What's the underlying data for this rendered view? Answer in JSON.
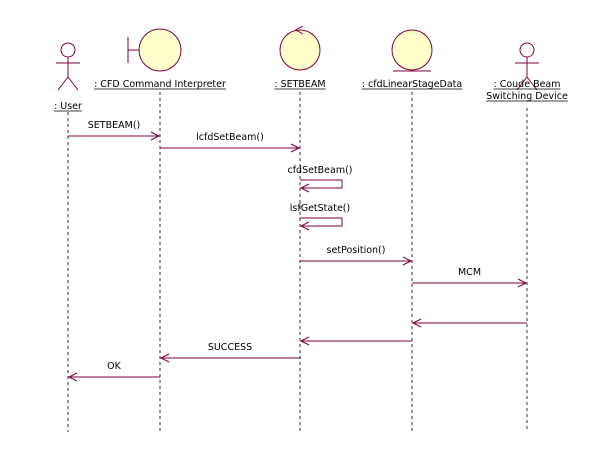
{
  "colors": {
    "stroke": "#800040",
    "fill": "#ffffcc",
    "lifeline": "#000000",
    "text": "#000000"
  },
  "participants": [
    {
      "id": "user",
      "kind": "actor",
      "label_lines": [
        ": User"
      ]
    },
    {
      "id": "cfd",
      "kind": "boundary",
      "label_lines": [
        ": CFD Command Interpreter"
      ]
    },
    {
      "id": "setbeam",
      "kind": "control",
      "label_lines": [
        ": SETBEAM"
      ]
    },
    {
      "id": "linear",
      "kind": "entity",
      "label_lines": [
        ": cfdLinearStageData"
      ]
    },
    {
      "id": "coude",
      "kind": "actor",
      "label_lines": [
        ": Coude Beam",
        "Switching Device"
      ]
    }
  ],
  "messages": [
    {
      "from": "user",
      "to": "cfd",
      "label": "SETBEAM()"
    },
    {
      "from": "cfd",
      "to": "setbeam",
      "label": "lcfdSetBeam()"
    },
    {
      "from": "setbeam",
      "to": "setbeam",
      "label": "cfdSetBeam()"
    },
    {
      "from": "setbeam",
      "to": "setbeam",
      "label": "lsfGetState()"
    },
    {
      "from": "setbeam",
      "to": "linear",
      "label": "setPosition()"
    },
    {
      "from": "linear",
      "to": "coude",
      "label": "MCM"
    },
    {
      "from": "coude",
      "to": "linear",
      "label": ""
    },
    {
      "from": "linear",
      "to": "setbeam",
      "label": ""
    },
    {
      "from": "setbeam",
      "to": "cfd",
      "label": "SUCCESS"
    },
    {
      "from": "cfd",
      "to": "user",
      "label": "OK"
    }
  ]
}
